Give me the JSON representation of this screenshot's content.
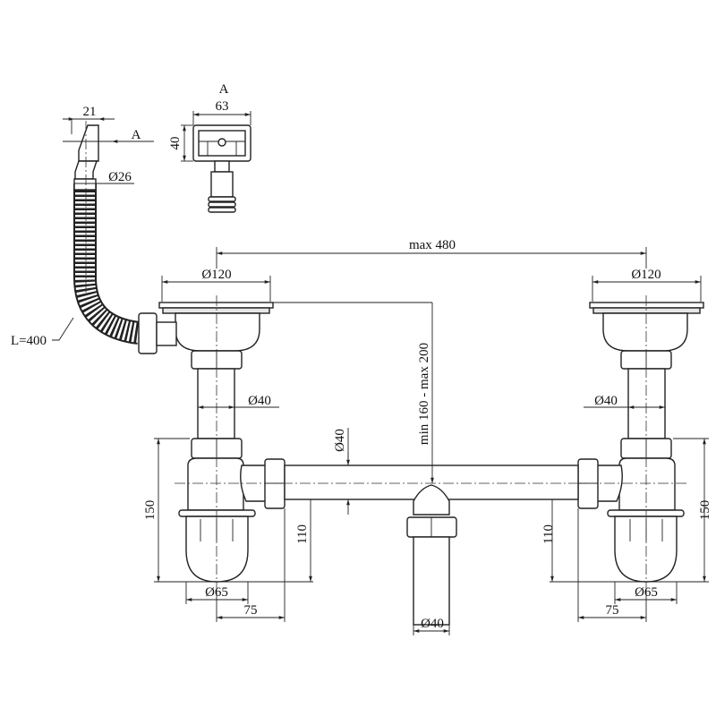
{
  "title": "Double sink siphon with overflow - dimensions",
  "view_label": "A",
  "section_marker": "A",
  "overflow": {
    "width": "21",
    "diameter": "Ø26",
    "hose_length": "L=400"
  },
  "view_a": {
    "width": "63",
    "height": "40"
  },
  "spacing": "max 480",
  "height_range": "min 160 - max 200",
  "crosspipe_diameter": "Ø40",
  "outlet_diameter": "Ø40",
  "left": {
    "strainer": "Ø120",
    "pipe": "Ø40",
    "height": "150",
    "outlet_height": "110",
    "cup": "Ø65",
    "offset": "75"
  },
  "right": {
    "strainer": "Ø120",
    "pipe": "Ø40",
    "height": "150",
    "outlet_height": "110",
    "cup": "Ø65",
    "offset": "75"
  }
}
